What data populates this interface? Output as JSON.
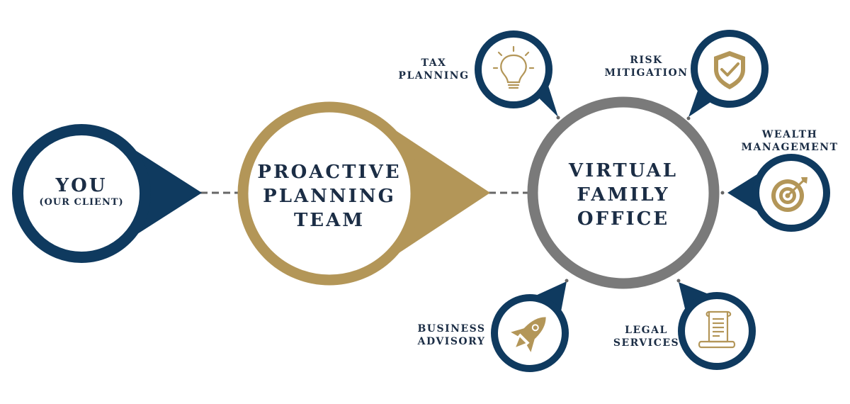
{
  "colors": {
    "navy": "#0f3a5f",
    "gold": "#b39658",
    "gray": "#7a7a7a",
    "text": "#1b2d45"
  },
  "client": {
    "title": "YOU",
    "subtitle": "(OUR CLIENT)"
  },
  "team": {
    "lines": [
      "PROACTIVE",
      "PLANNING",
      "TEAM"
    ]
  },
  "office": {
    "lines": [
      "VIRTUAL",
      "FAMILY",
      "OFFICE"
    ]
  },
  "services": {
    "tax": {
      "lines": [
        "TAX",
        "PLANNING"
      ],
      "icon": "lightbulb-icon"
    },
    "risk": {
      "lines": [
        "RISK",
        "MITIGATION"
      ],
      "icon": "shield-check-icon"
    },
    "wealth": {
      "lines": [
        "WEALTH",
        "MANAGEMENT"
      ],
      "icon": "target-icon"
    },
    "business": {
      "lines": [
        "BUSINESS",
        "ADVISORY"
      ],
      "icon": "rocket-icon"
    },
    "legal": {
      "lines": [
        "LEGAL",
        "SERVICES"
      ],
      "icon": "scroll-icon"
    }
  }
}
